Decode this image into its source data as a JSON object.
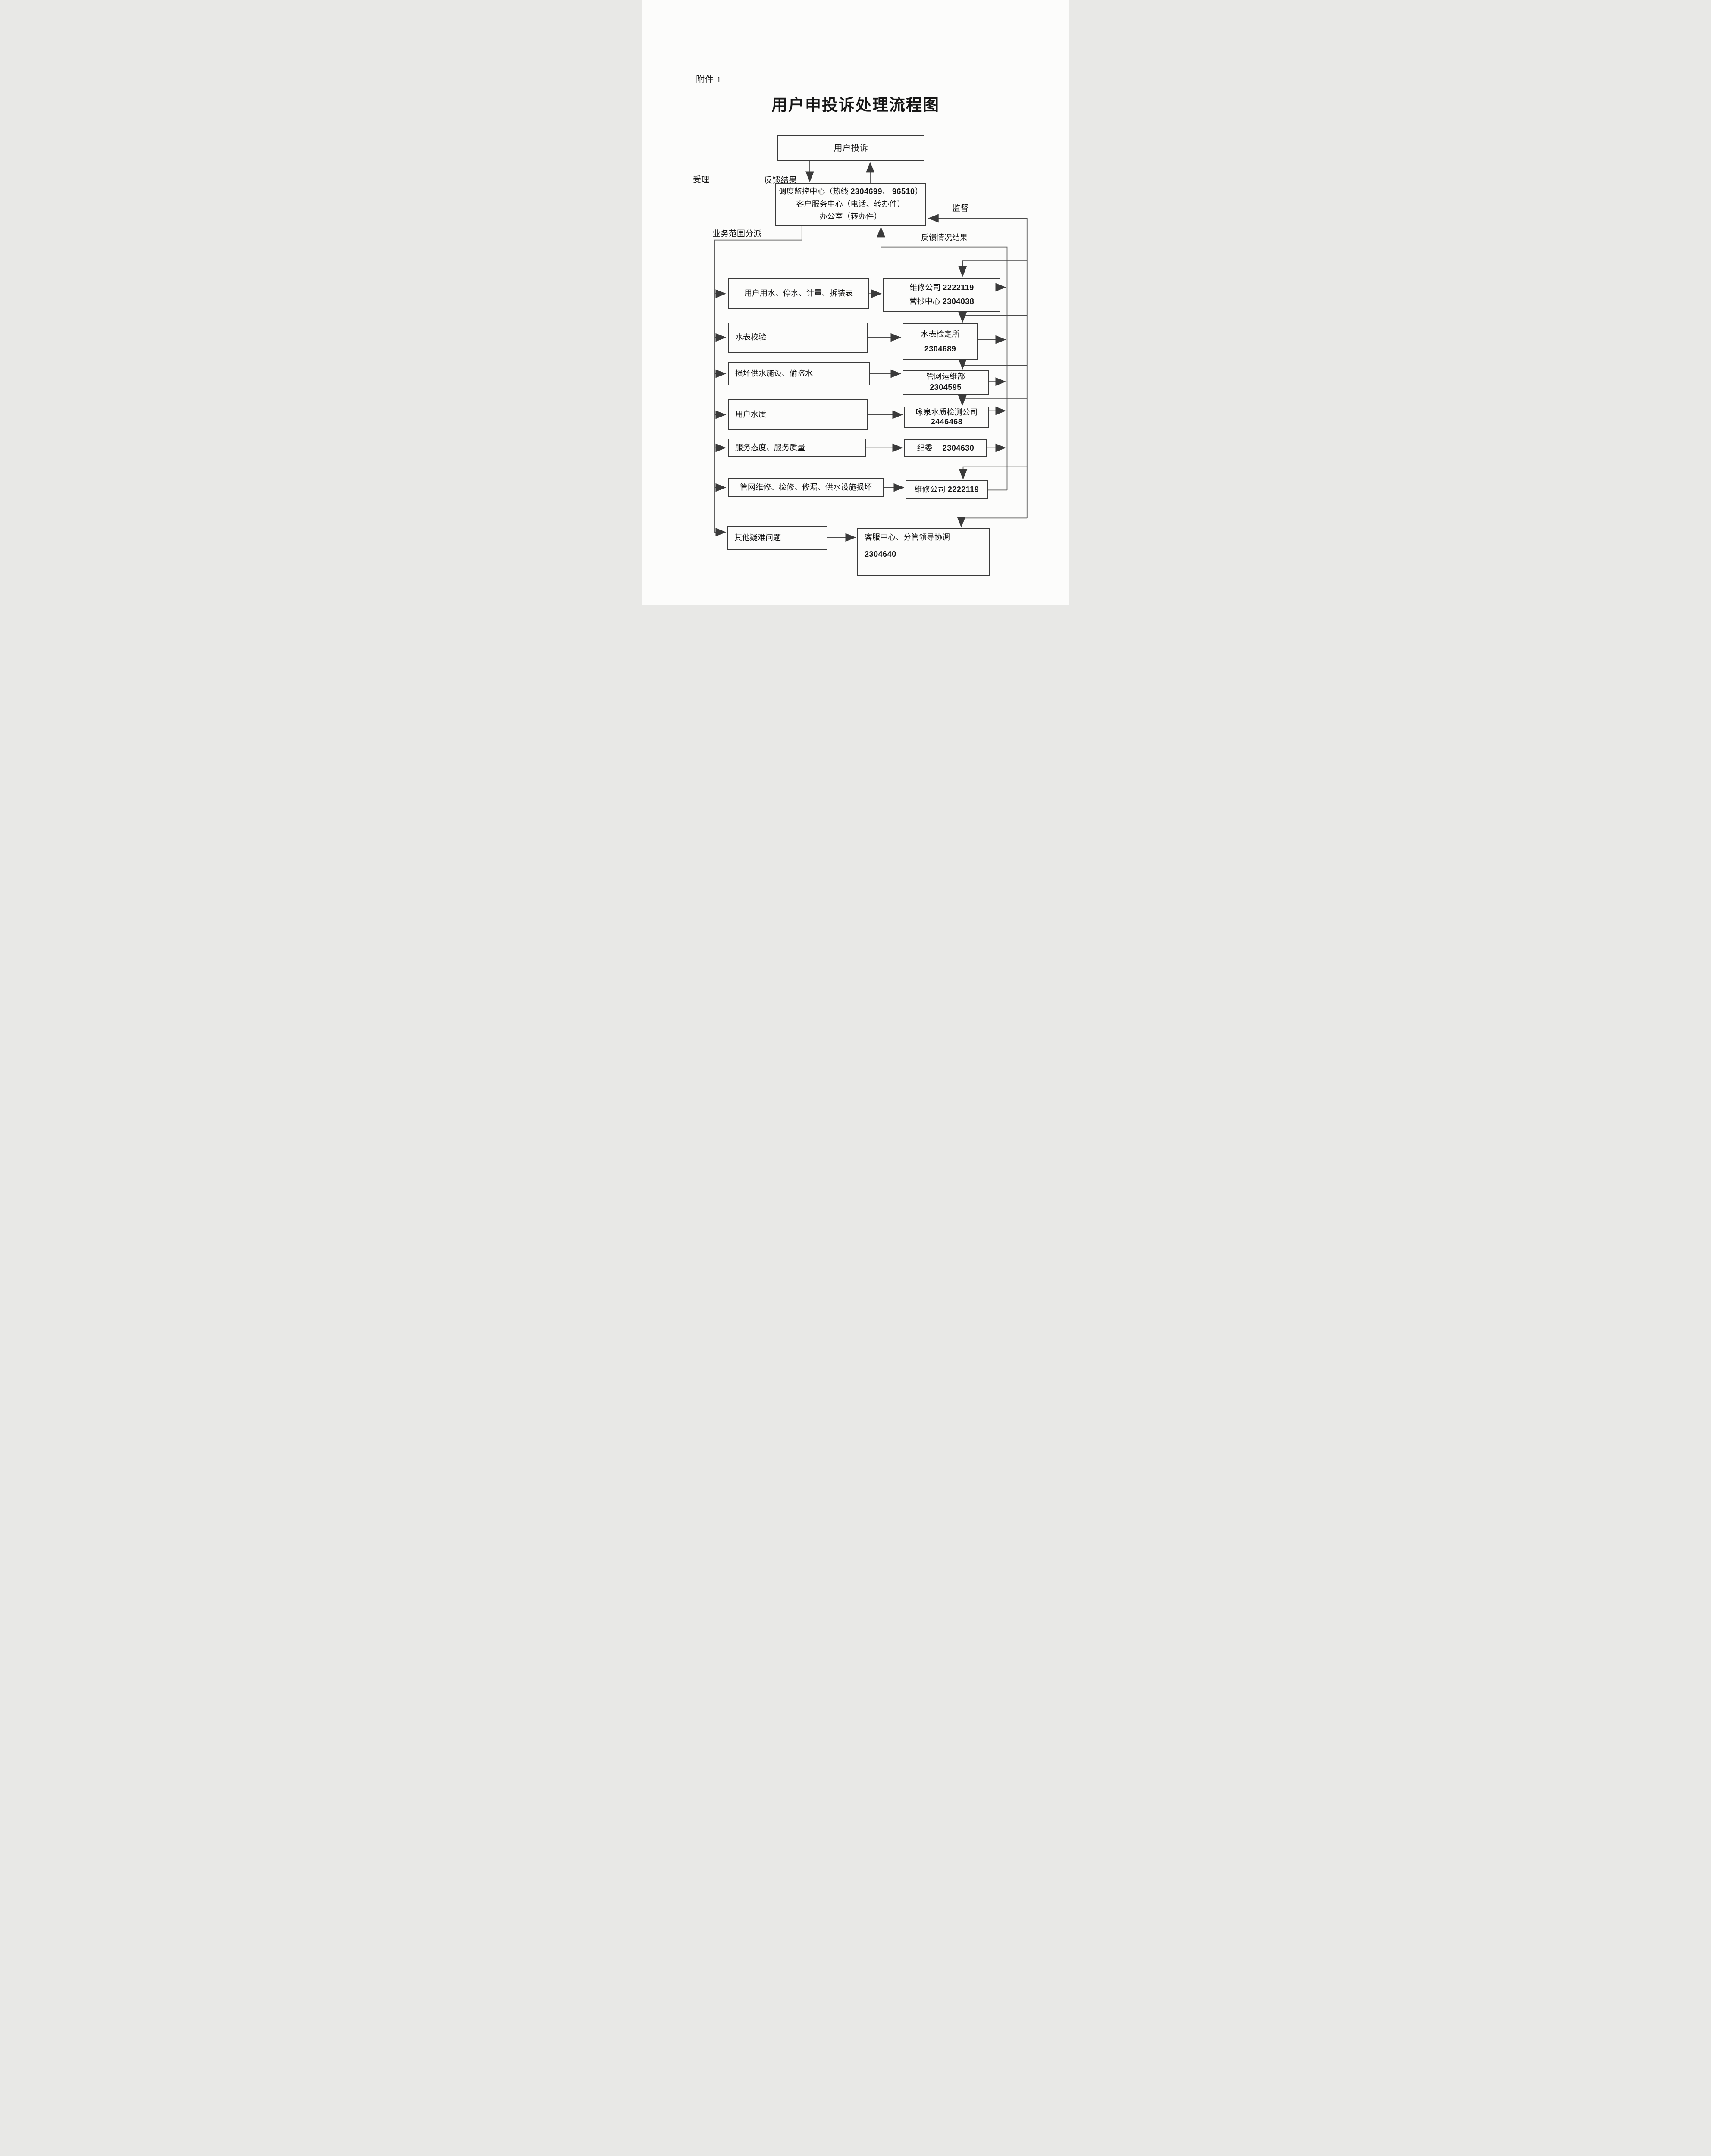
{
  "document": {
    "attachment_label": "附件 1",
    "title": "用户申投诉处理流程图"
  },
  "flow_labels": {
    "accept": "受理",
    "feedback_result": "反馈结果",
    "supervision": "监督",
    "dispatch": "业务范围分派",
    "feedback_status": "反馈情况结果"
  },
  "nodes": {
    "user_complaint": {
      "text": "用户投诉"
    },
    "dispatch_center": {
      "lines": [
        [
          {
            "t": "调度监控中心（热线"
          },
          {
            "t": "2304699",
            "b": true
          },
          {
            "t": "、"
          },
          {
            "t": "96510",
            "b": true
          },
          {
            "t": "）"
          }
        ],
        [
          {
            "t": "客户服务中心（电话、转办件）"
          }
        ],
        [
          {
            "t": "办公室（转办件）"
          }
        ]
      ]
    }
  },
  "rows": [
    {
      "left": [
        {
          "t": "用户用水、停水、计量、拆装表"
        }
      ],
      "right": [
        [
          {
            "t": "维修公司"
          },
          {
            "t": "2222119",
            "b": true
          }
        ],
        [
          {
            "t": "营抄中心"
          },
          {
            "t": "2304038",
            "b": true
          }
        ]
      ]
    },
    {
      "left": [
        {
          "t": "水表校验"
        }
      ],
      "right": [
        [
          {
            "t": "水表检定所"
          }
        ],
        [
          {
            "t": "2304689",
            "b": true
          }
        ]
      ]
    },
    {
      "left": [
        {
          "t": "损坏供水施设、偷盗水"
        }
      ],
      "right": [
        [
          {
            "t": "管网运维部"
          }
        ],
        [
          {
            "t": "2304595",
            "b": true
          }
        ]
      ]
    },
    {
      "left": [
        {
          "t": "用户水质"
        }
      ],
      "right": [
        [
          {
            "t": "咏泉水质检测公司"
          }
        ],
        [
          {
            "t": "2446468",
            "b": true
          }
        ]
      ]
    },
    {
      "left": [
        {
          "t": "服务态度、服务质量"
        }
      ],
      "right": [
        [
          {
            "t": "纪委　"
          },
          {
            "t": "2304630",
            "b": true
          }
        ]
      ]
    },
    {
      "left": [
        {
          "t": "管网维修、检修、修漏、供水设施损坏"
        }
      ],
      "right": [
        [
          {
            "t": "维修公司"
          },
          {
            "t": "2222119",
            "b": true
          }
        ]
      ]
    },
    {
      "left": [
        {
          "t": "其他疑难问题"
        }
      ],
      "right": [
        [
          {
            "t": "客服中心、分管领导协调"
          }
        ],
        [
          {
            "t": "2304640",
            "b": true
          }
        ]
      ]
    }
  ],
  "colors": {
    "line": "#4a4a4a",
    "border": "#3a3a3a",
    "paper": "#fcfcfb",
    "ink": "#161616"
  }
}
